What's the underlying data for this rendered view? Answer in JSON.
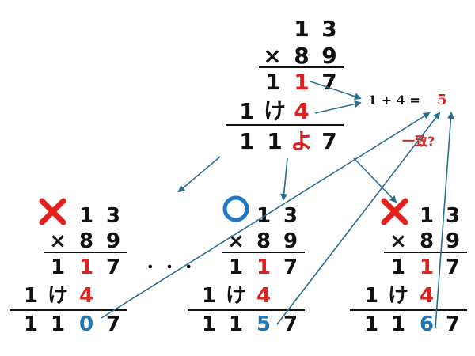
{
  "colors": {
    "digit": "#111111",
    "highlight": "#e0201c",
    "answer": "#2077b4",
    "arrow": "#2b6f8e",
    "cross": "#e3201b",
    "circle": "#1f78c1"
  },
  "top": {
    "a": [
      "1",
      "3"
    ],
    "b": [
      "×",
      "8",
      "9"
    ],
    "p1": [
      "1",
      "1",
      "7"
    ],
    "p2": [
      "1",
      "け",
      "4"
    ],
    "ans": [
      "1",
      "1",
      "よ",
      "7"
    ]
  },
  "equation": {
    "lhs": "1 + 4 =",
    "rhs": "5"
  },
  "question_label": "一致?",
  "ellipsis": "・ ・ ・",
  "candidates": [
    {
      "mark": "cross-icon",
      "a": [
        "1",
        "3"
      ],
      "b": [
        "×",
        "8",
        "9"
      ],
      "p1": [
        "1",
        "1",
        "7"
      ],
      "p2": [
        "1",
        "け",
        "4"
      ],
      "ans": [
        "1",
        "1",
        "0",
        "7"
      ]
    },
    {
      "mark": "circle-icon",
      "a": [
        "1",
        "3"
      ],
      "b": [
        "×",
        "8",
        "9"
      ],
      "p1": [
        "1",
        "1",
        "7"
      ],
      "p2": [
        "1",
        "け",
        "4"
      ],
      "ans": [
        "1",
        "1",
        "5",
        "7"
      ]
    },
    {
      "mark": "cross-icon",
      "a": [
        "1",
        "3"
      ],
      "b": [
        "×",
        "8",
        "9"
      ],
      "p1": [
        "1",
        "1",
        "7"
      ],
      "p2": [
        "1",
        "け",
        "4"
      ],
      "ans": [
        "1",
        "1",
        "6",
        "7"
      ]
    }
  ]
}
